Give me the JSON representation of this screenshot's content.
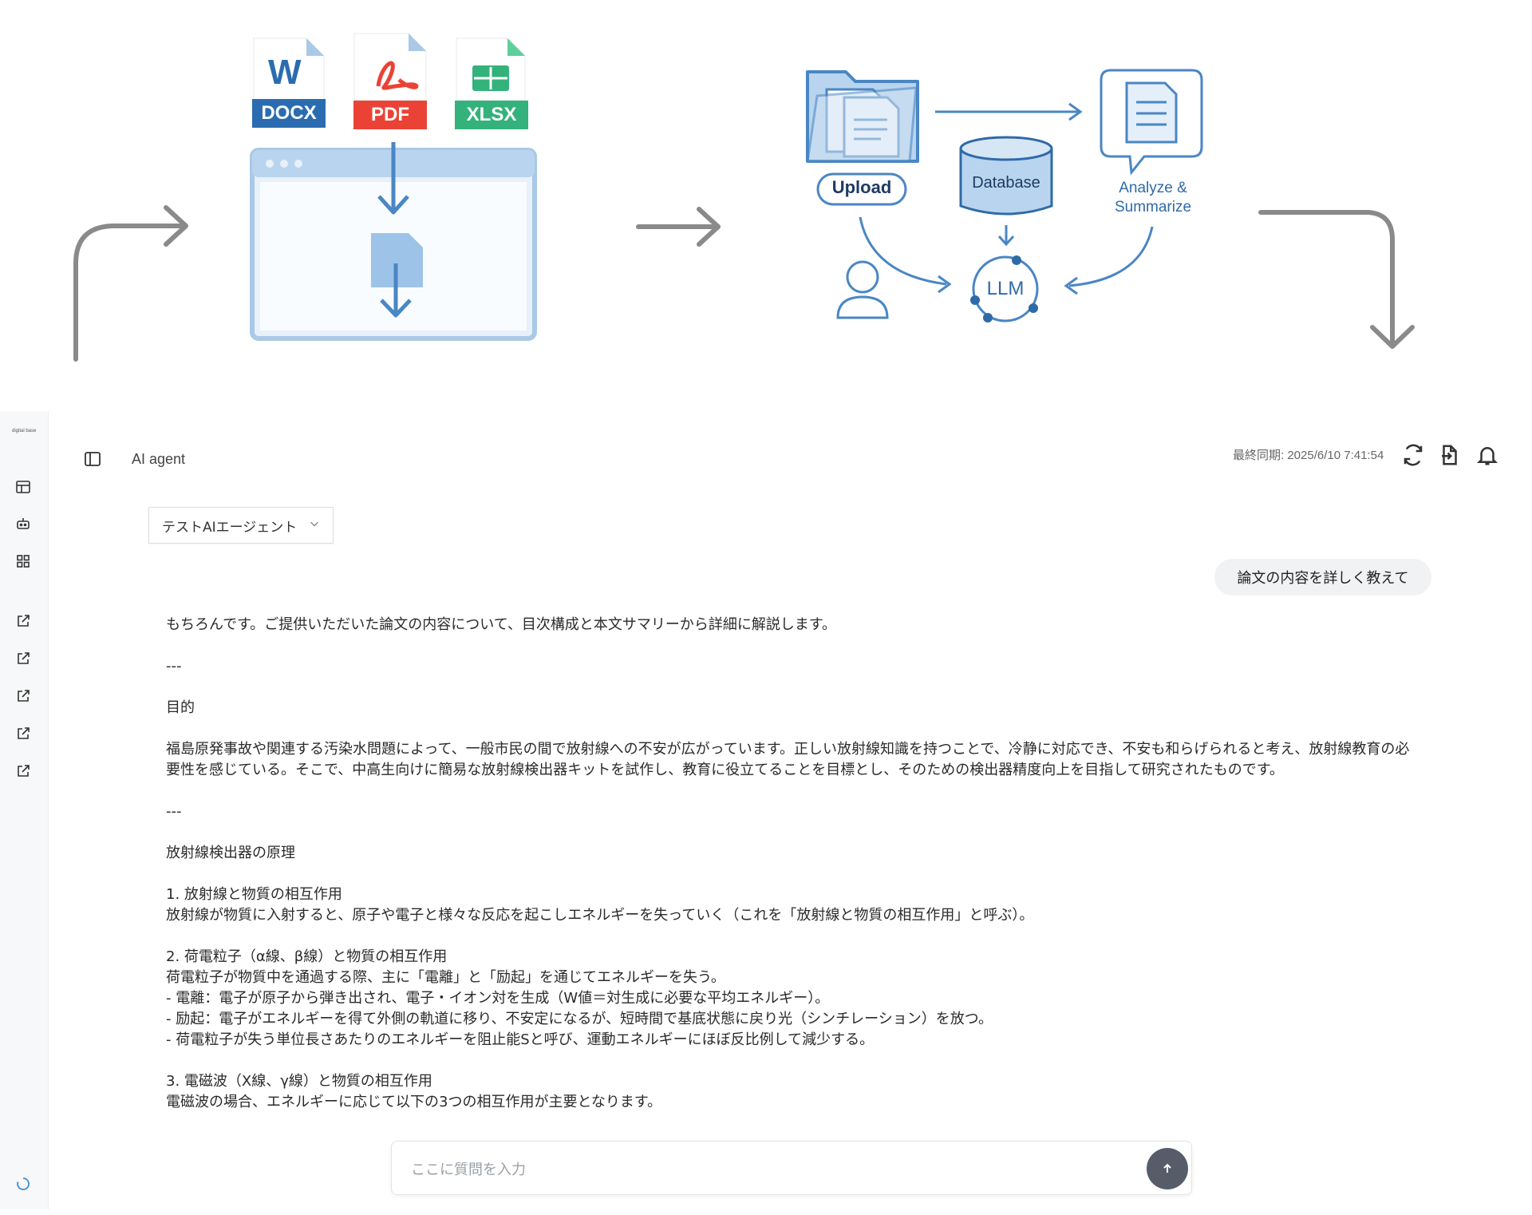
{
  "illustration": {
    "files": [
      {
        "ext": "DOCX",
        "glyph": "W",
        "color": "#2b6cb0"
      },
      {
        "ext": "PDF",
        "color": "#ea4335"
      },
      {
        "ext": "XLSX",
        "color": "#34b27b"
      }
    ],
    "flow": {
      "upload": "Upload",
      "database": "Database",
      "analyze_line1": "Analyze &",
      "analyze_line2": "Summarize",
      "llm": "LLM"
    }
  },
  "app": {
    "brand": "digital base",
    "header": {
      "title": "AI agent",
      "last_sync": "最終同期: 2025/6/10 7:41:54"
    },
    "agent_select": {
      "selected": "テストAIエージェント"
    },
    "user_message": "論文の内容を詳しく教えて",
    "response": {
      "intro": "もちろんです。ご提供いただいた論文の内容について、目次構成と本文サマリーから詳細に解説します。",
      "sep1": "---",
      "h_purpose": "目的",
      "purpose": "福島原発事故や関連する汚染水問題によって、一般市民の間で放射線への不安が広がっています。正しい放射線知識を持つことで、冷静に対応でき、不安も和らげられると考え、放射線教育の必要性を感じている。そこで、中高生向けに簡易な放射線検出器キットを試作し、教育に役立てることを目標とし、そのための検出器精度向上を目指して研究されたものです。",
      "sep2": "---",
      "h_principle": "放射線検出器の原理",
      "s1_title": "1. 放射線と物質の相互作用",
      "s1_body": "放射線が物質に入射すると、原子や電子と様々な反応を起こしエネルギーを失っていく（これを「放射線と物質の相互作用」と呼ぶ）。",
      "s2_title": "2. 荷電粒子（α線、β線）と物質の相互作用",
      "s2_l1": "荷電粒子が物質中を通過する際、主に「電離」と「励起」を通じてエネルギーを失う。",
      "s2_l2": "- 電離：電子が原子から弾き出され、電子・イオン対を生成（W値＝対生成に必要な平均エネルギー）。",
      "s2_l3": "- 励起：電子がエネルギーを得て外側の軌道に移り、不安定になるが、短時間で基底状態に戻り光（シンチレーション）を放つ。",
      "s2_l4": "- 荷電粒子が失う単位長さあたりのエネルギーを阻止能Sと呼び、運動エネルギーにほぼ反比例して減少する。",
      "s3_title": "3. 電磁波（X線、γ線）と物質の相互作用",
      "s3_body": "電磁波の場合、エネルギーに応じて以下の3つの相互作用が主要となります。"
    },
    "input": {
      "placeholder": "ここに質問を入力"
    }
  }
}
